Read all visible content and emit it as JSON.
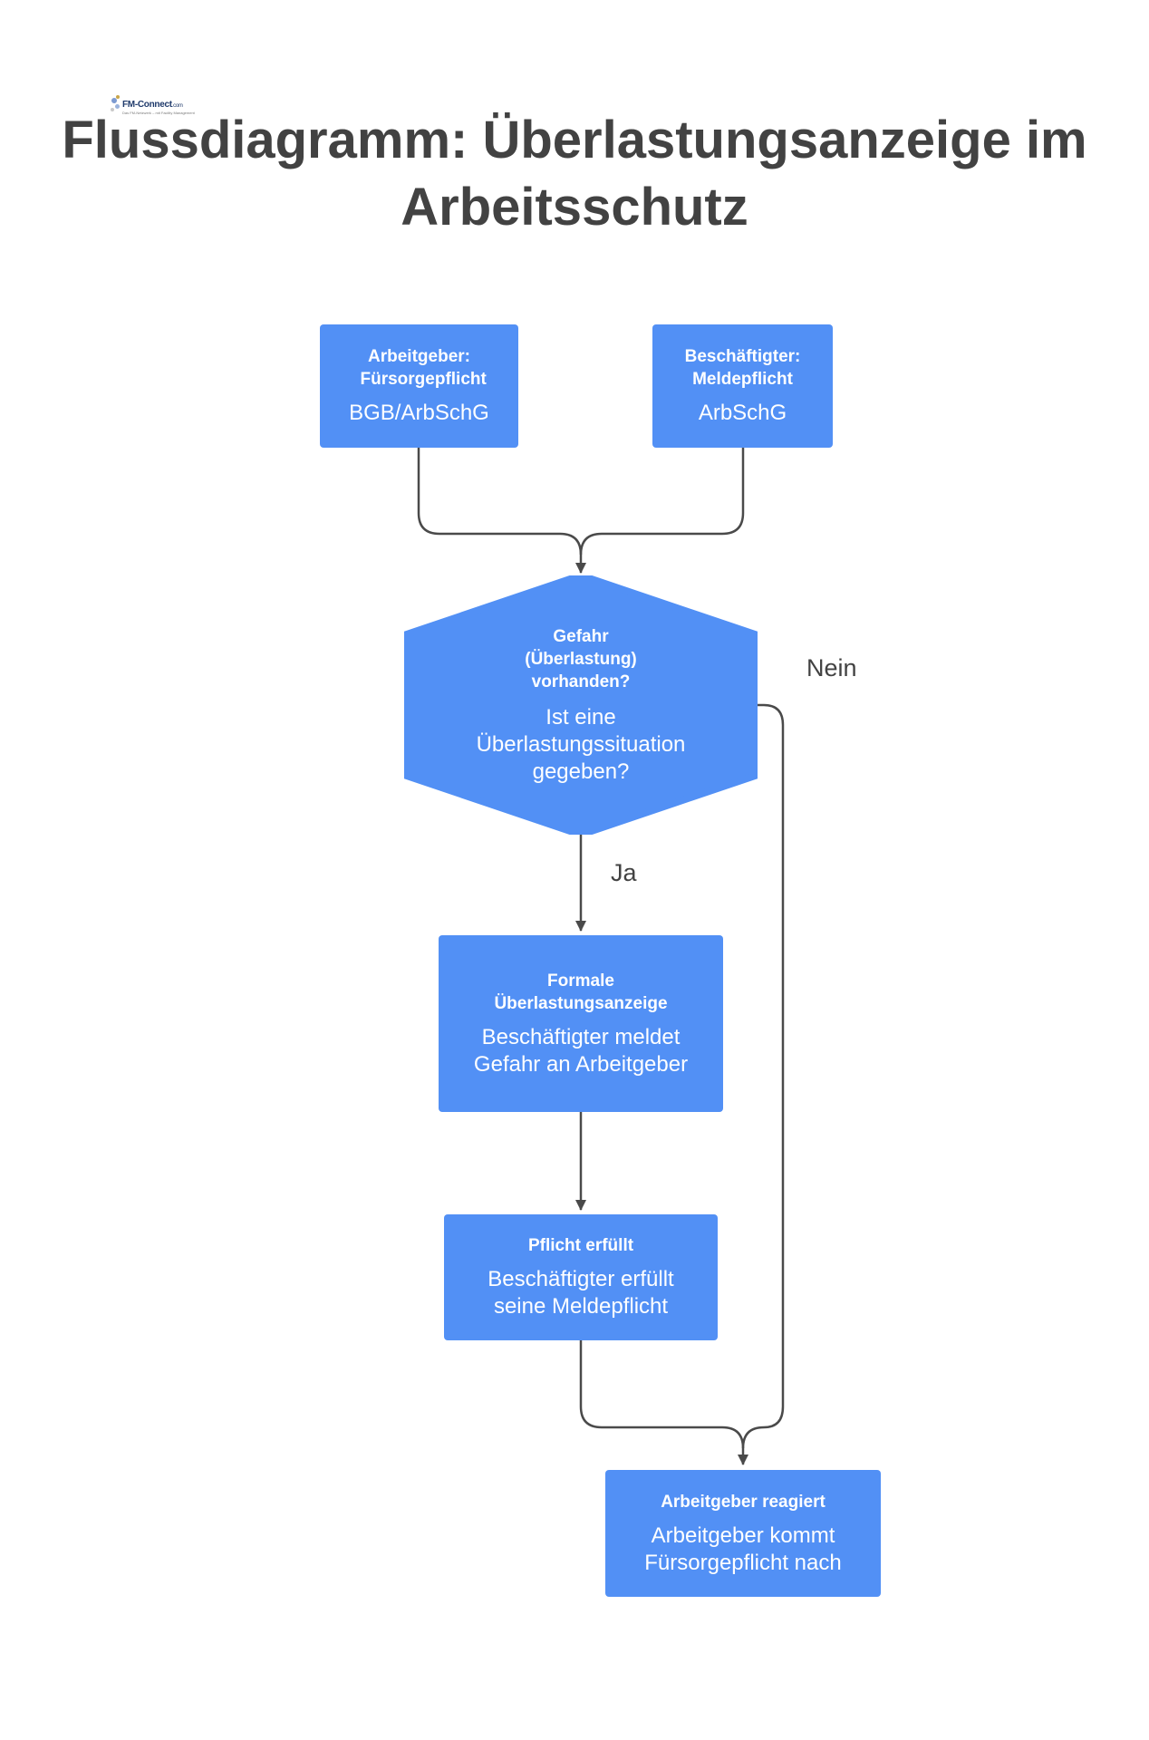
{
  "title": "Flussdiagramm: Überlastungsanzeige im Arbeitsschutz",
  "logo": {
    "name": "FM-Connect",
    "suffix": ".com",
    "tagline": "Das FM-Netzwerk – mit Facility Management"
  },
  "colors": {
    "node": "#5290f5",
    "connector": "#4a4a4a",
    "title": "#424242"
  },
  "nodes": {
    "arbeitgeber": {
      "head": "Arbeitgeber: Fürsorgepflicht",
      "body": "BGB/ArbSchG"
    },
    "beschaeftigter": {
      "head": "Beschäftigter: Meldepflicht",
      "body": "ArbSchG"
    },
    "gefahr": {
      "head": "Gefahr (Überlastung) vorhanden?",
      "body": "Ist eine Überlastungssituation gegeben?"
    },
    "anzeige": {
      "head": "Formale Überlastungsanzeige",
      "body": "Beschäftigter meldet Gefahr an Arbeitgeber"
    },
    "pflicht": {
      "head": "Pflicht erfüllt",
      "body": "Beschäftigter erfüllt seine Meldepflicht"
    },
    "reagiert": {
      "head": "Arbeitgeber reagiert",
      "body": "Arbeitgeber kommt Fürsorgepflicht nach"
    }
  },
  "edges": {
    "ja": "Ja",
    "nein": "Nein"
  }
}
